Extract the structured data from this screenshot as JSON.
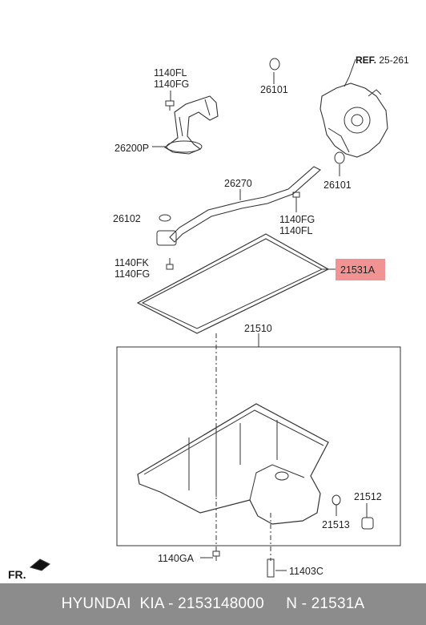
{
  "labels": {
    "p1140fl_top": "1140FL",
    "p1140fg_top": "1140FG",
    "p26101_top": "26101",
    "ref_prefix": "REF.",
    "ref_code": "25-261",
    "p26200p": "26200P",
    "p26101_right": "26101",
    "p26270": "26270",
    "p26102": "26102",
    "p1140fg_mid": "1140FG",
    "p1140fl_mid": "1140FL",
    "p1140fk": "1140FK",
    "p1140fg_left": "1140FG",
    "p21531a": "21531A",
    "p21510": "21510",
    "p21512": "21512",
    "p21513": "21513",
    "p1140ga": "1140GA",
    "p11403c": "11403C",
    "fr": "FR."
  },
  "footer": {
    "text": "HYUNDAI  KIA - 2153148000     N - 21531A"
  },
  "colors": {
    "highlight": "#f08080",
    "footer_bg": "#8c8c8c",
    "line": "#333333"
  }
}
